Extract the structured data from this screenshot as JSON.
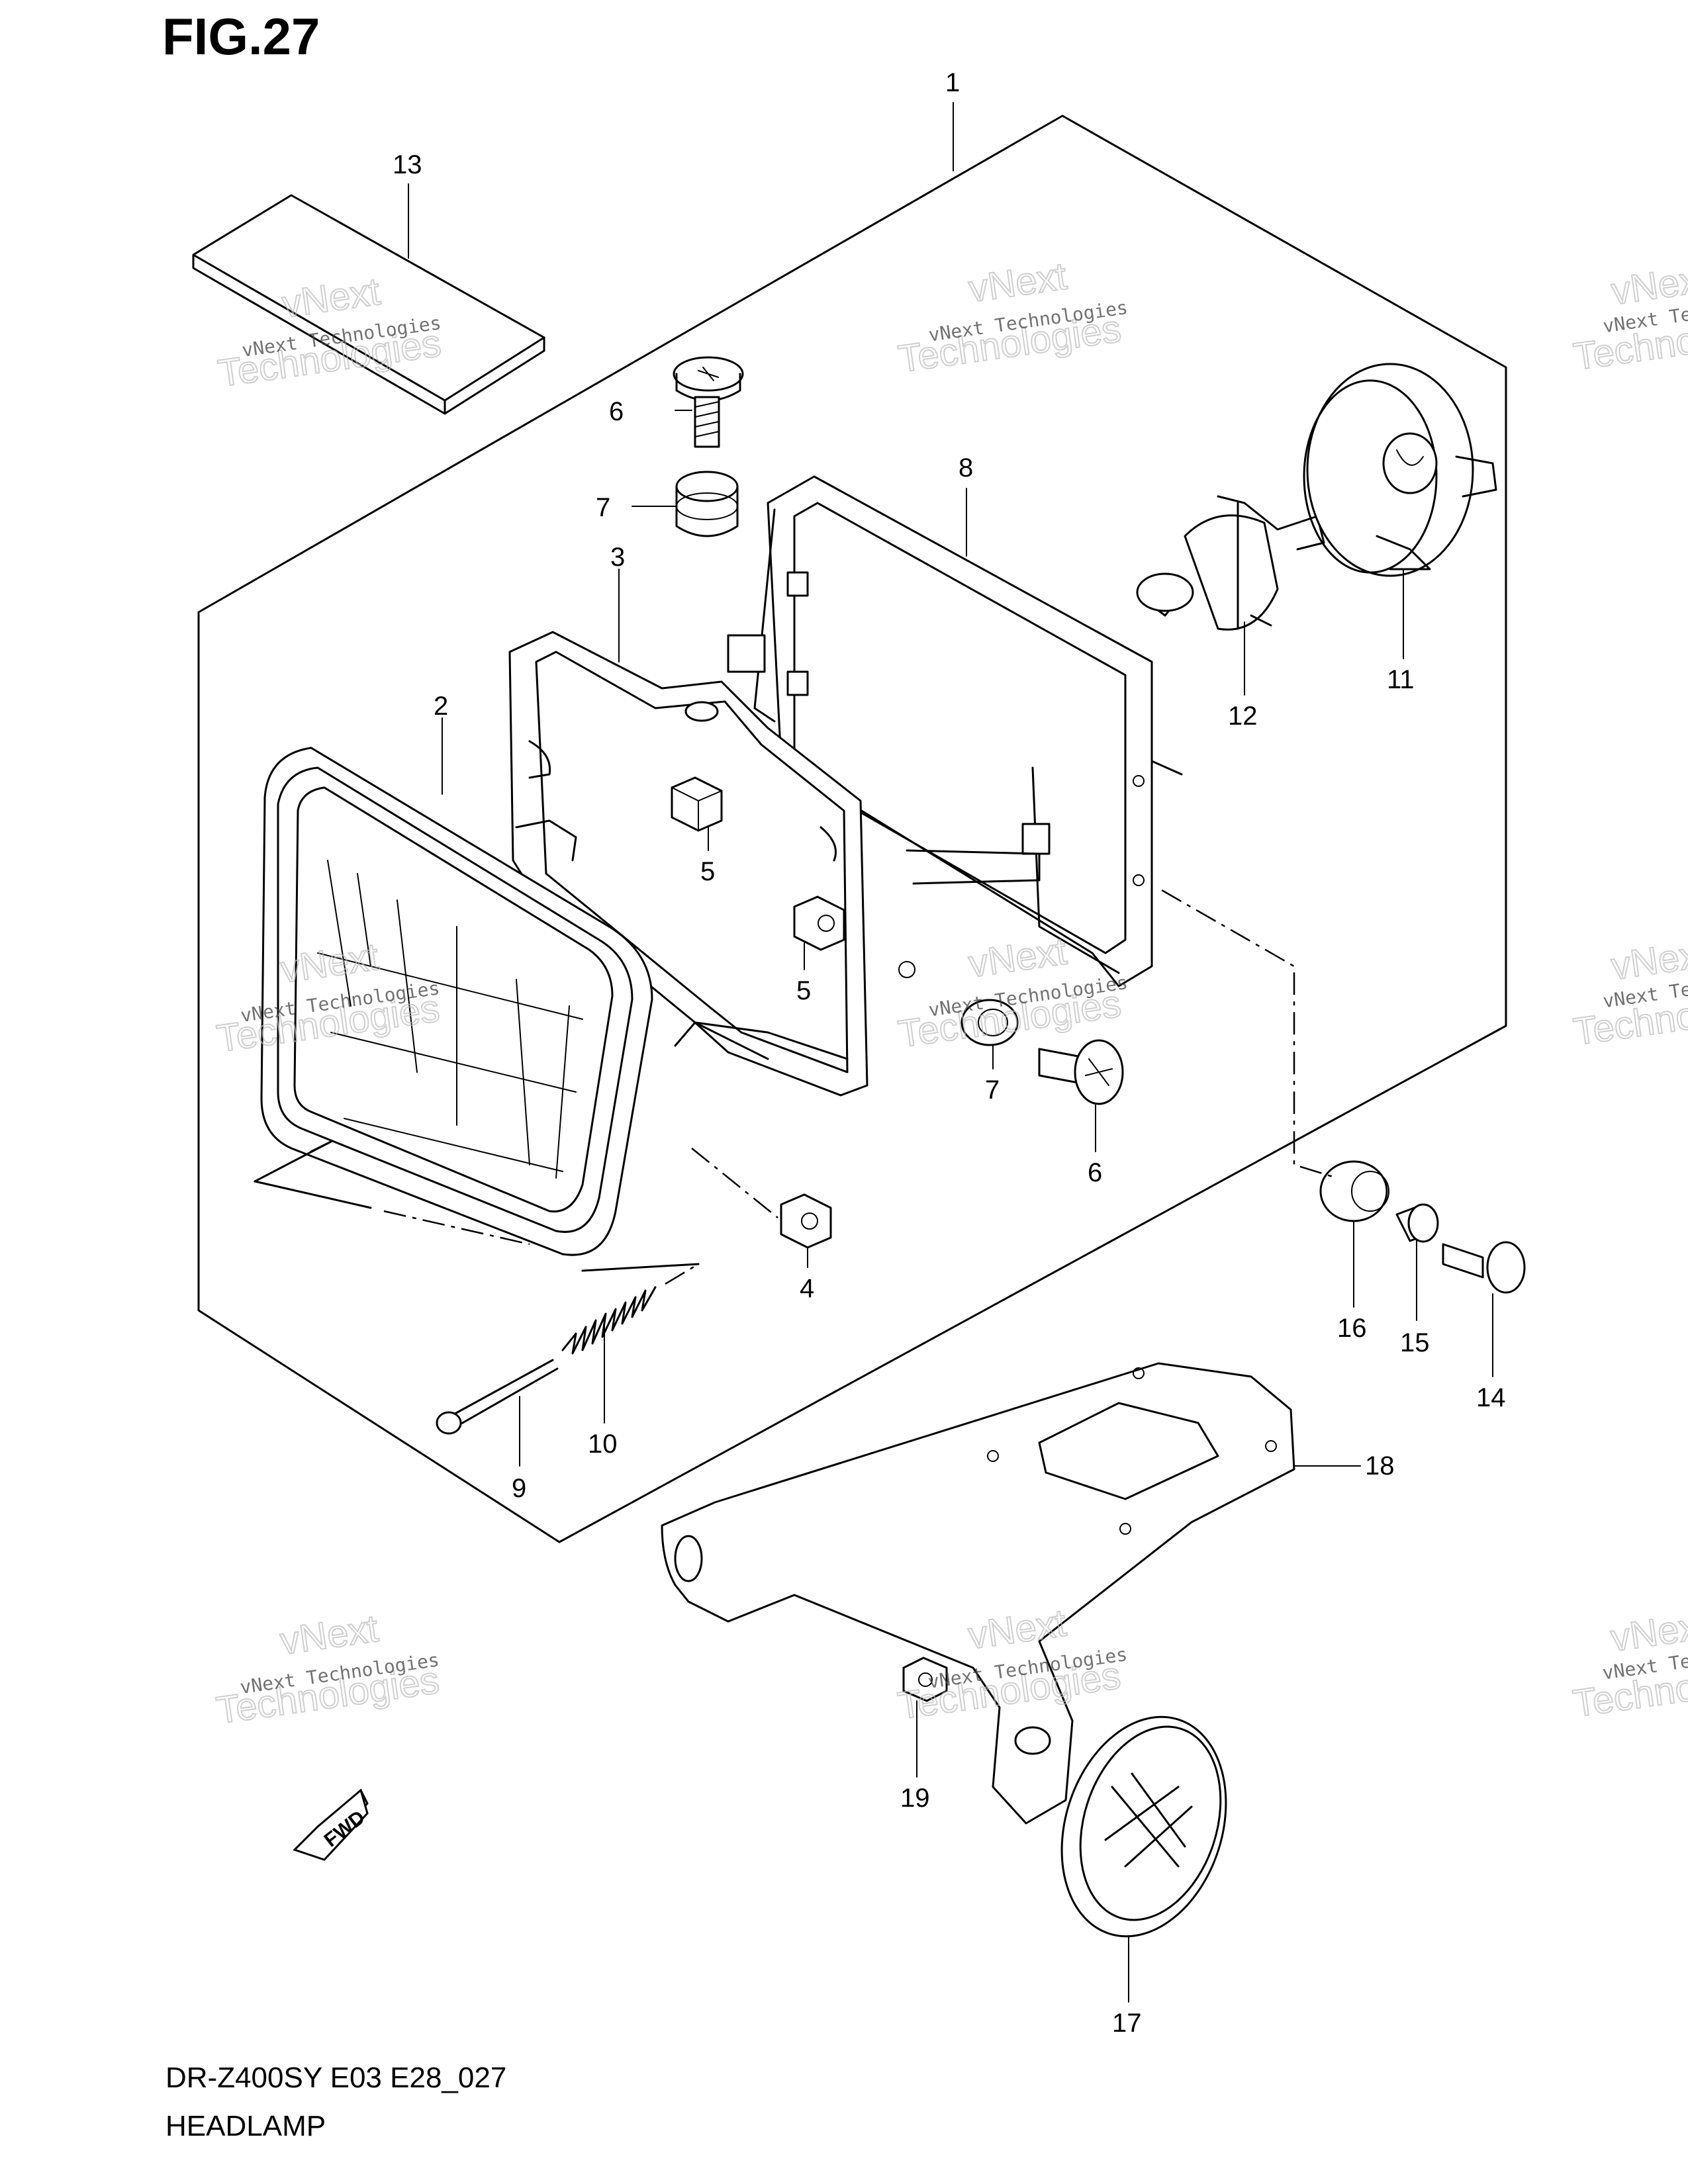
{
  "figure": {
    "title": "FIG.27",
    "model_code": "DR-Z400SY E03 E28_027",
    "section_name": "HEADLAMP"
  },
  "callouts": {
    "c1": "1",
    "c2": "2",
    "c3": "3",
    "c4": "4",
    "c5a": "5",
    "c5b": "5",
    "c6a": "6",
    "c6b": "6",
    "c7a": "7",
    "c7b": "7",
    "c8": "8",
    "c9": "9",
    "c10": "10",
    "c11": "11",
    "c12": "12",
    "c13": "13",
    "c14": "14",
    "c15": "15",
    "c16": "16",
    "c17": "17",
    "c18": "18",
    "c19": "19"
  },
  "watermark": {
    "line1": "vNext Technologies",
    "line2": "vNext",
    "line3": "Technologies"
  },
  "direction_badge": "FWD"
}
